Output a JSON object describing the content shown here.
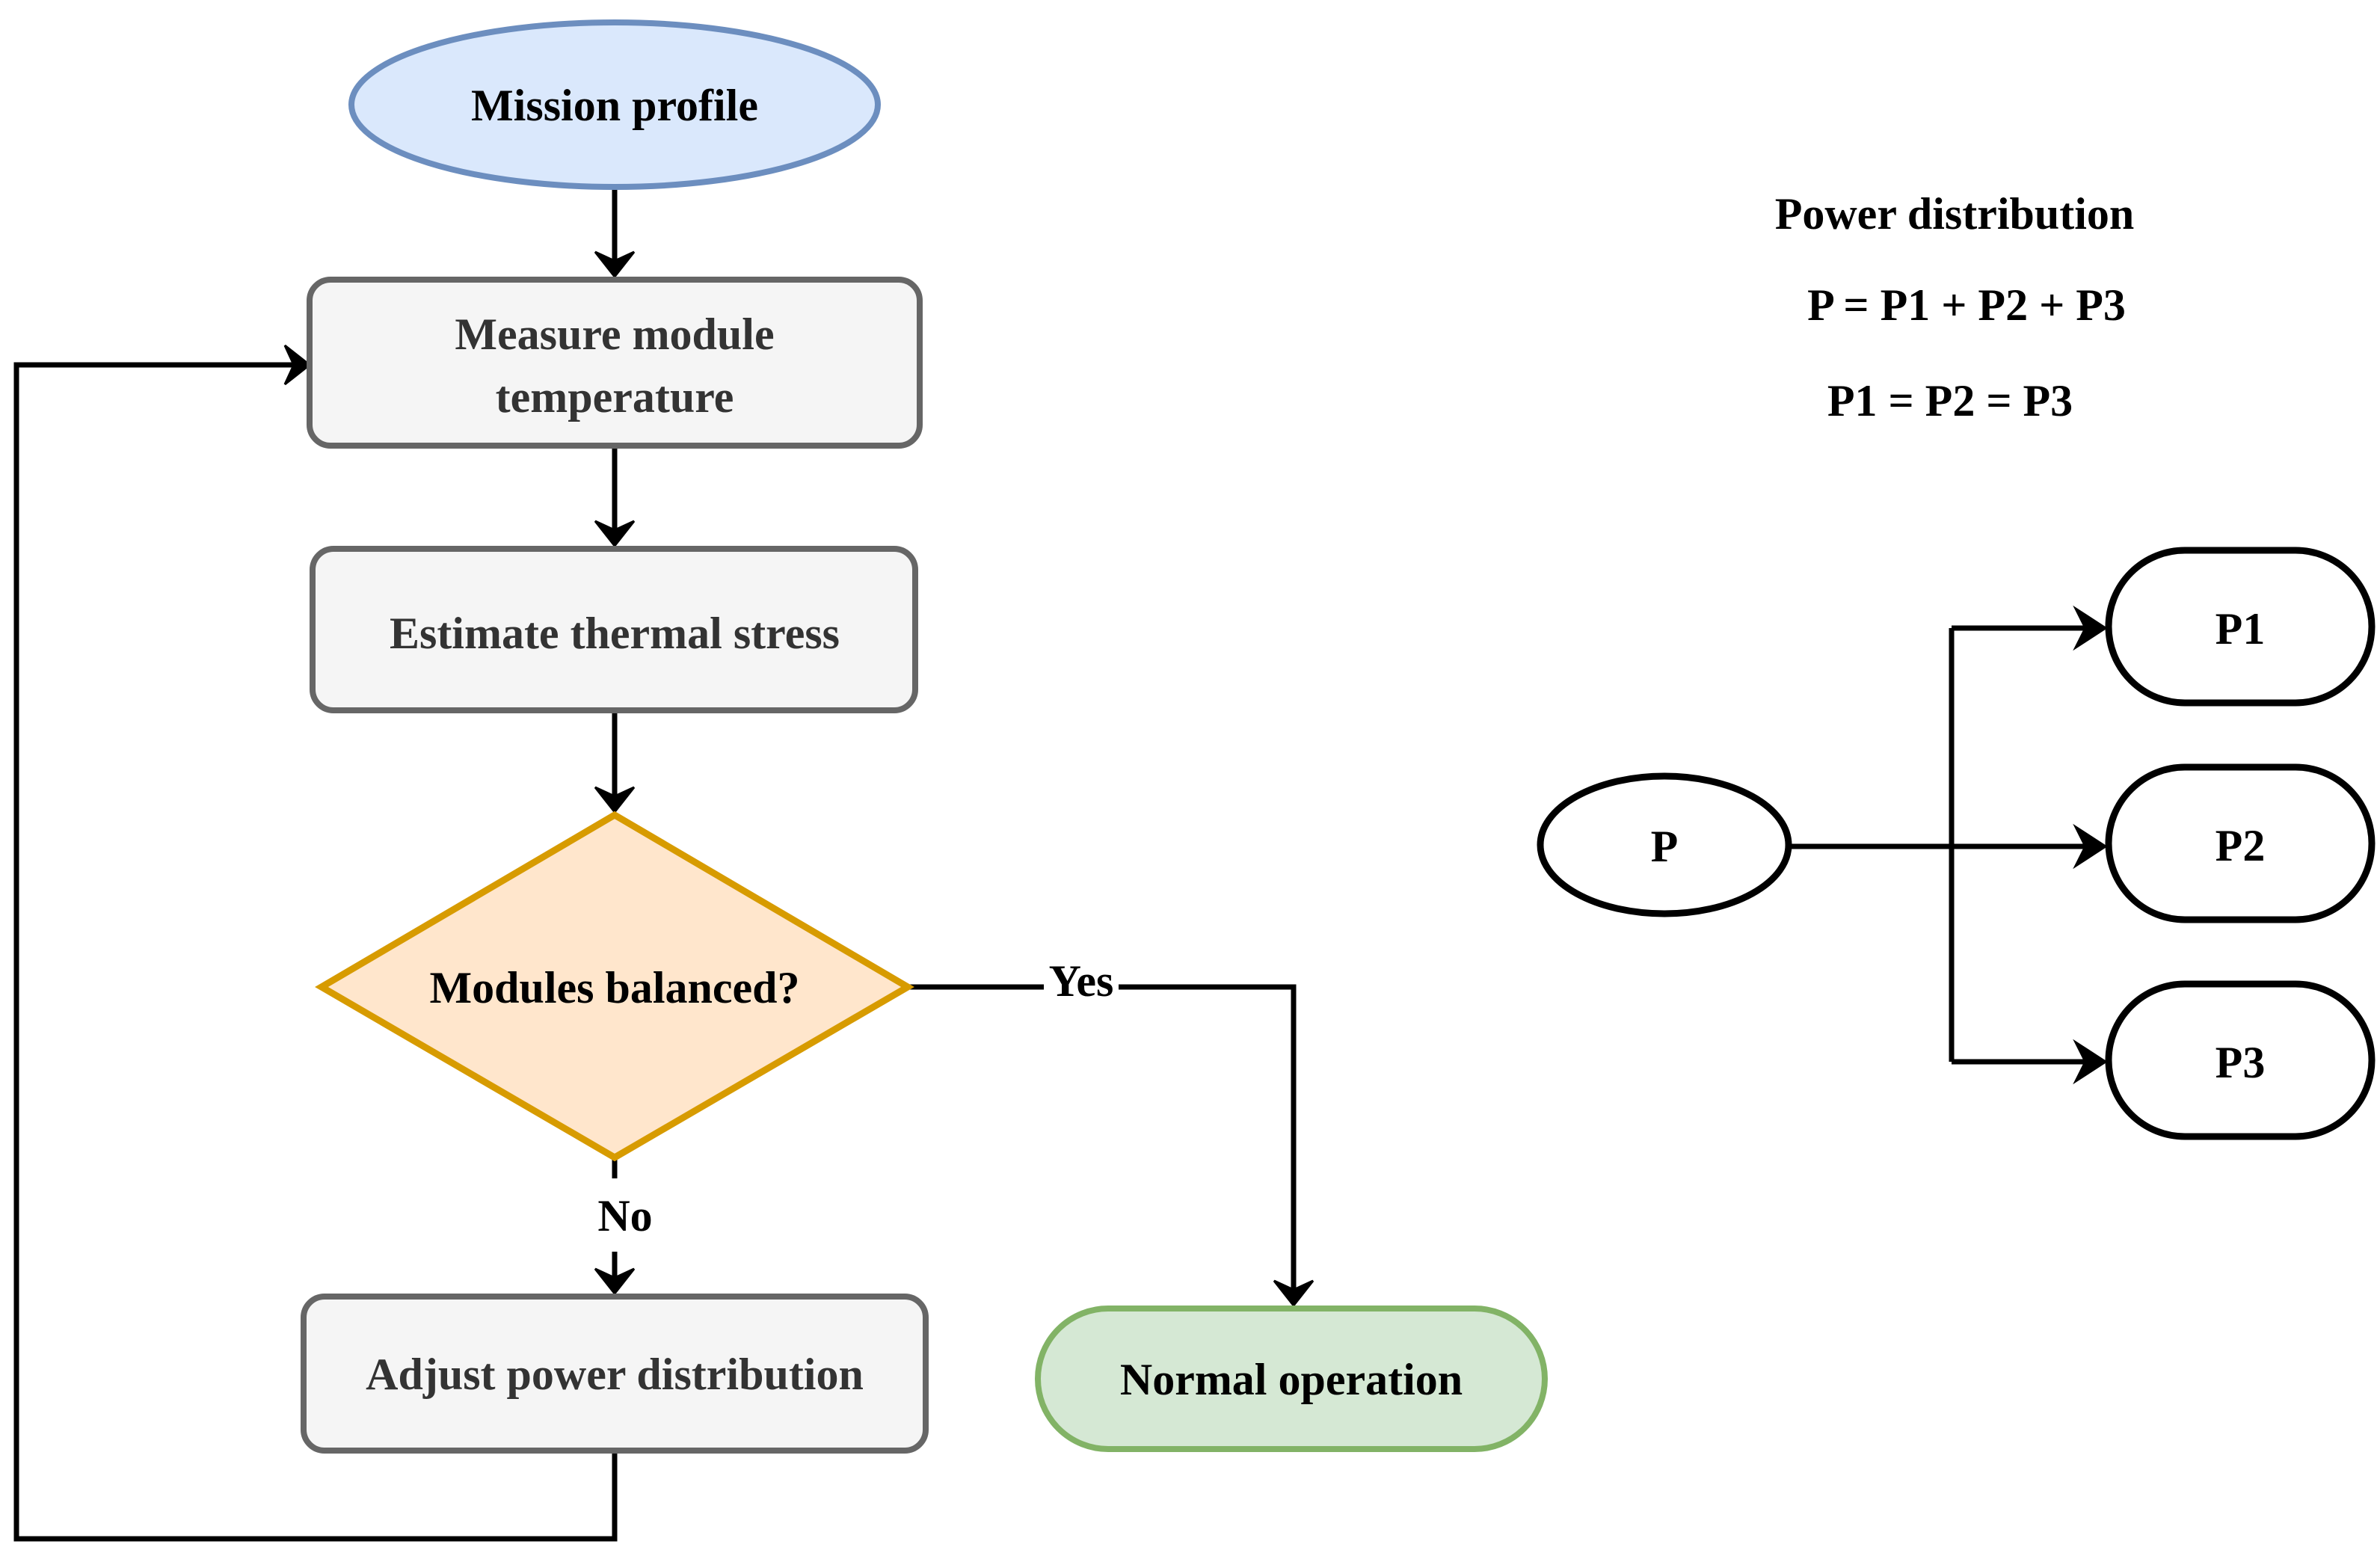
{
  "flowchart": {
    "start": {
      "label": "Mission profile",
      "fill": "#dae8fc",
      "stroke": "#6c8ebf"
    },
    "measure": {
      "label_line1": "Measure module",
      "label_line2": "temperature"
    },
    "estimate": {
      "label": "Estimate thermal stress"
    },
    "decision": {
      "label": "Modules balanced?",
      "fill": "#ffe6cc",
      "stroke": "#d79b00"
    },
    "adjust": {
      "label": "Adjust power distribution"
    },
    "end": {
      "label": "Normal operation",
      "fill": "#d5e8d4",
      "stroke": "#82b366"
    },
    "process_style": {
      "fill": "#f5f5f5",
      "stroke": "#666666",
      "text": "#333333"
    },
    "edge_labels": {
      "yes": "Yes",
      "no": "No"
    }
  },
  "power_distribution": {
    "title": "Power distribution",
    "equation1": "P = P1 + P2 + P3",
    "equation2": "P1 = P2 = P3",
    "source": {
      "label": "P"
    },
    "targets": [
      {
        "label": "P1"
      },
      {
        "label": "P2"
      },
      {
        "label": "P3"
      }
    ]
  }
}
